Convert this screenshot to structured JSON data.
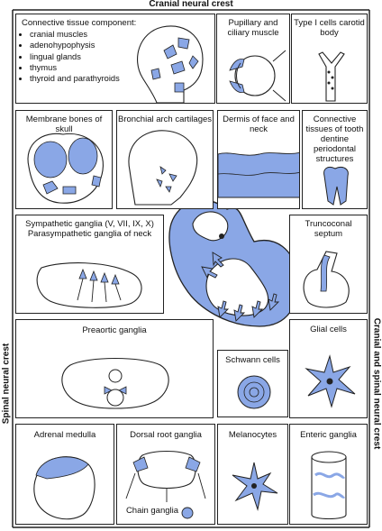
{
  "colors": {
    "tissue": "#8aa7e6",
    "line": "#222222"
  },
  "frame": {
    "top_title": "Cranial neural crest",
    "left_title": "Spinal neural crest",
    "right_title": "Cranial and spinal neural crest"
  },
  "panels": {
    "connective": {
      "title": "Connective tissue component:",
      "items": [
        "cranial muscles",
        "adenohypophysis",
        "lingual glands",
        "thymus",
        "thyroid and parathyroids"
      ]
    },
    "pupillary": {
      "label": "Pupillary and ciliary muscle"
    },
    "type1": {
      "label": "Type I cells carotid body"
    },
    "membrane": {
      "label": "Membrane bones of skull"
    },
    "bronchial": {
      "label": "Bronchial arch cartilages"
    },
    "dermis": {
      "label": "Dermis of face and neck"
    },
    "tooth": {
      "label": "Connective tissues of tooth dentine periodontal structures"
    },
    "sympathetic": {
      "label": "Sympathetic ganglia (V, VII, IX, X) Parasympathetic ganglia of neck"
    },
    "truncoconal": {
      "label": "Truncoconal septum"
    },
    "preaortic": {
      "label": "Preaortic ganglia"
    },
    "schwann": {
      "label": "Schwann cells"
    },
    "glial": {
      "label": "Glial cells"
    },
    "adrenal": {
      "label": "Adrenal medulla"
    },
    "dorsal": {
      "label": "Dorsal root ganglia",
      "sublabel": "Chain ganglia"
    },
    "melanocytes": {
      "label": "Melanocytes"
    },
    "enteric": {
      "label": "Enteric ganglia"
    }
  }
}
